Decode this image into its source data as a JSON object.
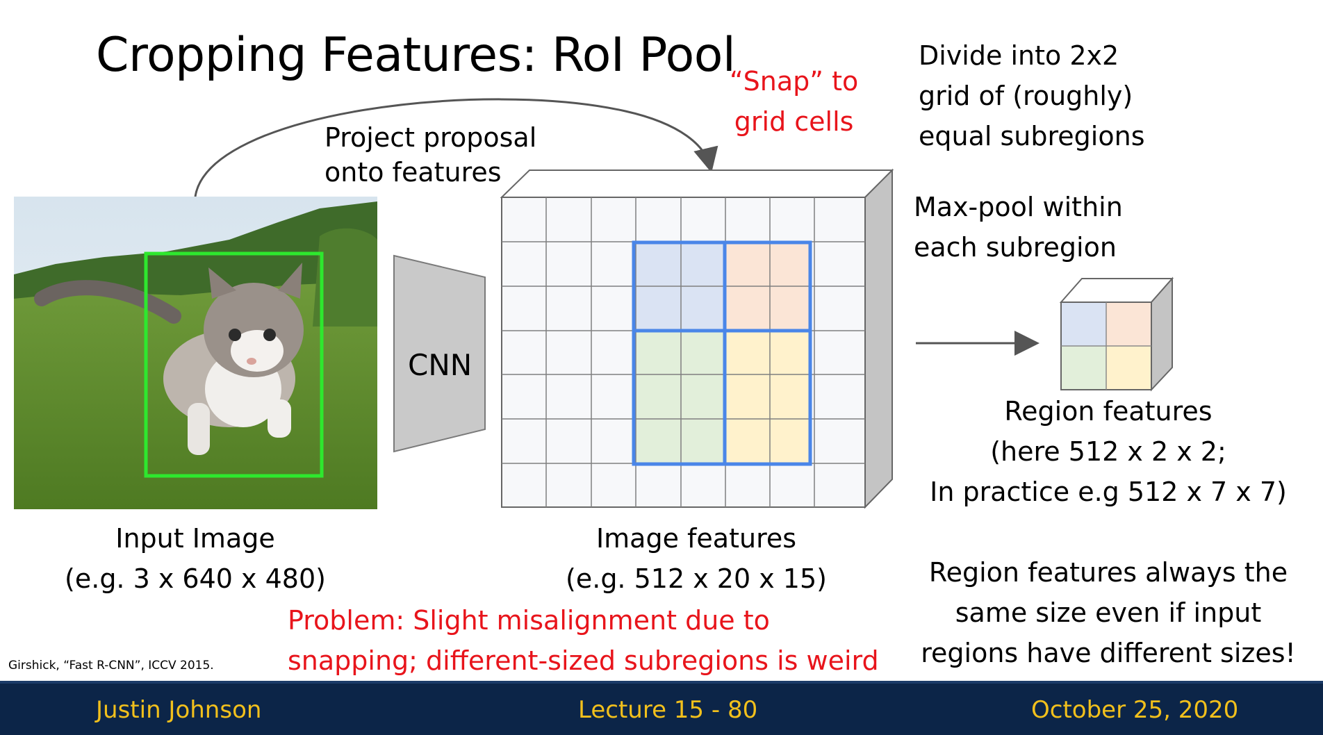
{
  "title": "Cropping Features: RoI Pool",
  "project_label": [
    "Project proposal",
    "onto features"
  ],
  "snap_label": [
    "“Snap” to",
    "grid cells"
  ],
  "divide_label": [
    "Divide into 2x2",
    "grid of (roughly)",
    "equal subregions"
  ],
  "maxpool_label": [
    "Max-pool within",
    "each subregion"
  ],
  "cnn_label": "CNN",
  "input_caption": [
    "Input Image",
    "(e.g. 3 x 640 x 480)"
  ],
  "features_caption": [
    "Image features",
    "(e.g. 512 x 20 x 15)"
  ],
  "region_caption": [
    "Region features",
    "(here 512 x 2 x 2;",
    "In practice e.g 512 x 7 x 7)"
  ],
  "problem_text": [
    "Problem: Slight misalignment due to",
    "snapping; different-sized subregions is weird"
  ],
  "always_text": [
    "Region features always the",
    "same size even if input",
    "regions have different sizes!"
  ],
  "citation": "Girshick, “Fast R-CNN”, ICCV 2015.",
  "footer": {
    "author": "Justin Johnson",
    "lecture": "Lecture 15 - 80",
    "date": "October 25, 2020"
  },
  "colors": {
    "roi_box": "#2ee82e",
    "grid_border": "#4a86e8",
    "cell_blue": "#dae3f3",
    "cell_orange": "#fbe5d6",
    "cell_green": "#e2efda",
    "cell_yellow": "#fff2cc",
    "footer_bg": "#0c2548",
    "footer_text": "#f2c01c",
    "red_text": "#e8141b"
  }
}
